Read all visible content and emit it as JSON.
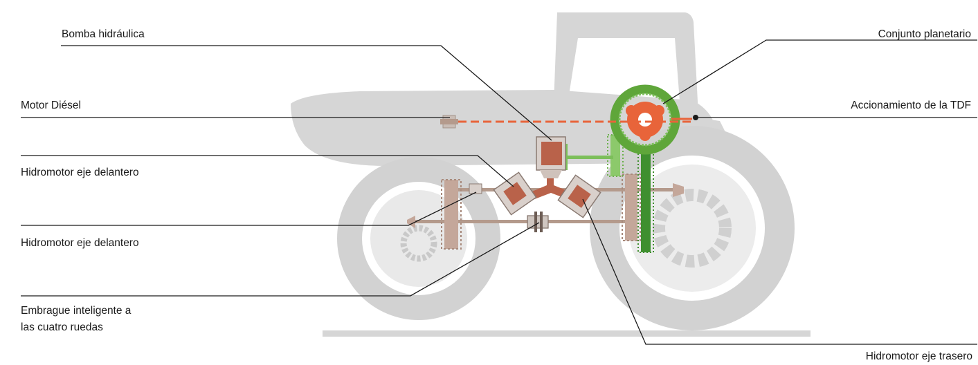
{
  "labels": {
    "bomba_hidraulica": "Bomba hidráulica",
    "motor_diesel": "Motor Diésel",
    "hidromotor_delantero_1": "Hidromotor eje delantero",
    "hidromotor_delantero_2": "Hidromotor eje delantero",
    "embrague_line1": "Embrague inteligente a",
    "embrague_line2": "las cuatro ruedas",
    "conjunto_planetario": "Conjunto planetario",
    "accionamiento_tdf": "Accionamiento de la TDF",
    "hidromotor_trasero": "Hidromotor eje trasero"
  },
  "colors": {
    "tractor_silhouette": "#d6d6d6",
    "tractor_dark": "#cfcfcf",
    "orange": "#e8643a",
    "green": "#5fa63a",
    "dark_green": "#3f8f2f",
    "brown": "#b9624a",
    "shaft": "#b49a8c",
    "gear": "#c4a79a",
    "leader_line": "#1a1a1a"
  }
}
